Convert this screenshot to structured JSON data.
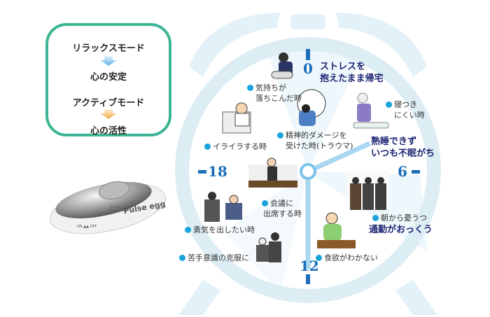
{
  "modes": {
    "relax_mode": "リラックスモード",
    "relax_result": "心の安定",
    "active_mode": "アクティブモード",
    "active_result": "心の活性"
  },
  "product": {
    "brand_small": "Stress Remover",
    "name": "Pulse egg",
    "switch": "ON ▲▲ OFF"
  },
  "clock": {
    "hours": {
      "h0": "0",
      "h6": "6",
      "h12": "12",
      "h18": "18"
    },
    "headlines": {
      "stress": [
        "ストレスを",
        "抱えたまま帰宅"
      ],
      "insomnia": [
        "熟睡できず",
        "いつも不眠がち"
      ],
      "commute": "通勤がおっくう"
    },
    "situations": {
      "depressed": [
        "気持ちが",
        "落ちこんだ時"
      ],
      "sleepless": [
        "寝つき",
        "にくい時"
      ],
      "irritated": "イライラする時",
      "trauma": [
        "精神的ダメージを",
        "受けた時(トラウマ)"
      ],
      "meeting": [
        "会議に",
        "出席する時"
      ],
      "courage": "勇気を出したい時",
      "morning": "朝から憂うつ",
      "overcome": "苦手意識の克服に",
      "appetite": "食欲がわかない"
    }
  },
  "colors": {
    "green": "#3cb594",
    "blue_dot": "#1aa3dc",
    "navy": "#1d2673",
    "clock": "#d6ecf4"
  }
}
